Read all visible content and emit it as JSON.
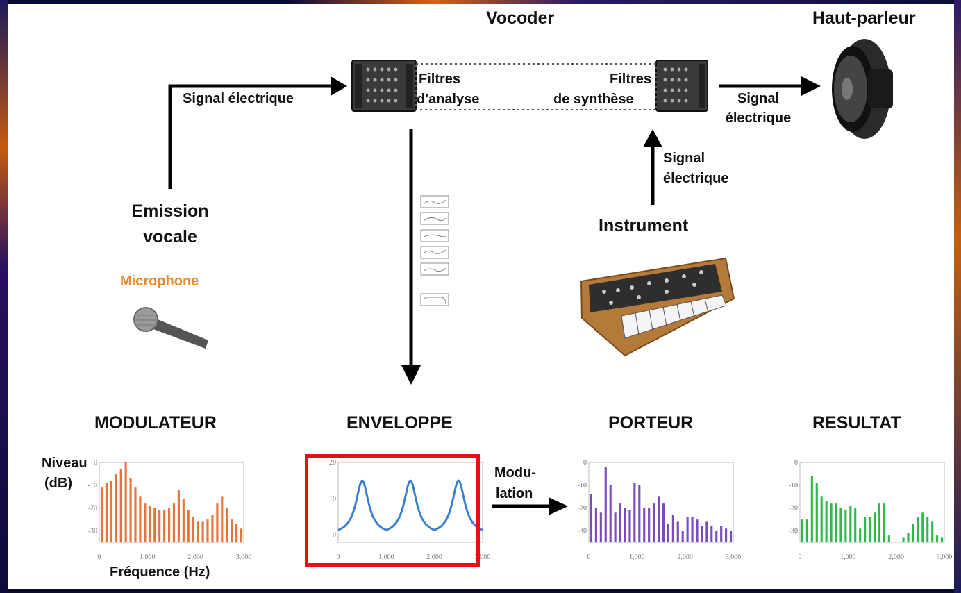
{
  "diagram": {
    "title_vocoder": "Vocoder",
    "title_speaker": "Haut-parleur",
    "filters_analysis": [
      "Filtres",
      "d'analyse"
    ],
    "filters_synthesis": [
      "Filtres",
      "de synthèse"
    ],
    "signal_left": "Signal électrique",
    "signal_right": [
      "Signal",
      "électrique"
    ],
    "signal_instrument": [
      "Signal",
      "électrique"
    ],
    "voice_emission": [
      "Emission",
      "vocale"
    ],
    "microphone": "Microphone",
    "instrument": "Instrument",
    "modulation": [
      "Modu-",
      "lation"
    ]
  },
  "sections": {
    "modulateur": "MODULATEUR",
    "enveloppe": "ENVELOPPE",
    "porteur": "PORTEUR",
    "resultat": "RESULTAT"
  },
  "axes": {
    "niveau": [
      "Niveau",
      "(dB)"
    ],
    "frequence": "Fréquence (Hz)"
  },
  "colors": {
    "modulateur": "#e8733a",
    "enveloppe": "#3a7fd0",
    "porteur": "#7a4bbf",
    "resultat": "#2fb84a",
    "highlight": "#e21212",
    "microphone_label": "#e8892b"
  },
  "chart_data": [
    {
      "type": "bar",
      "name": "MODULATEUR",
      "xlim": [
        0,
        3000
      ],
      "ylim": [
        -35,
        0
      ],
      "x_ticks": [
        "0",
        "1,000",
        "2,000",
        "3,000"
      ],
      "y_ticks": [
        "0",
        "-10",
        "-20",
        "-30"
      ],
      "values": [
        -11,
        -9,
        -8,
        -5,
        -3,
        0,
        -7,
        -11,
        -15,
        -18,
        -19,
        -20,
        -21,
        -21,
        -20,
        -18,
        -12,
        -16,
        -21,
        -24,
        -26,
        -26,
        -25,
        -23,
        -18,
        -15,
        -20,
        -25,
        -27,
        -29
      ]
    },
    {
      "type": "line",
      "name": "ENVELOPPE",
      "xlim": [
        0,
        3000
      ],
      "ylim": [
        -2,
        20
      ],
      "x_ticks": [
        "0",
        "1,000",
        "2,000",
        "3,000"
      ],
      "y_ticks": [
        "20",
        "10",
        "0"
      ],
      "peaks_x": [
        500,
        1500,
        2500
      ],
      "peak_value": 15,
      "base_value": 0
    },
    {
      "type": "bar",
      "name": "PORTEUR",
      "xlim": [
        0,
        3000
      ],
      "ylim": [
        -35,
        0
      ],
      "x_ticks": [
        "0",
        "1,000",
        "2,000",
        "3,000"
      ],
      "y_ticks": [
        "0",
        "-10",
        "-20",
        "-30"
      ],
      "values": [
        -14,
        -20,
        -22,
        -2,
        -10,
        -22,
        -18,
        -20,
        -21,
        -9,
        -10,
        -20,
        -20,
        -18,
        -15,
        -18,
        -27,
        -23,
        -26,
        -30,
        -24,
        -24,
        -25,
        -28,
        -26,
        -28,
        -30,
        -28,
        -29,
        -30
      ]
    },
    {
      "type": "bar",
      "name": "RESULTAT",
      "xlim": [
        0,
        3000
      ],
      "ylim": [
        -35,
        0
      ],
      "x_ticks": [
        "0",
        "1,000",
        "2,000",
        "3,000"
      ],
      "y_ticks": [
        "0",
        "-10",
        "-20",
        "-30"
      ],
      "values": [
        -25,
        -25,
        -6,
        -9,
        -15,
        -17,
        -18,
        -18,
        -20,
        -21,
        -19,
        -20,
        -29,
        -24,
        -24,
        -22,
        -18,
        -18,
        -32,
        -35,
        -35,
        -33,
        -31,
        -27,
        -24,
        -22,
        -24,
        -26,
        -32,
        -33
      ]
    }
  ]
}
